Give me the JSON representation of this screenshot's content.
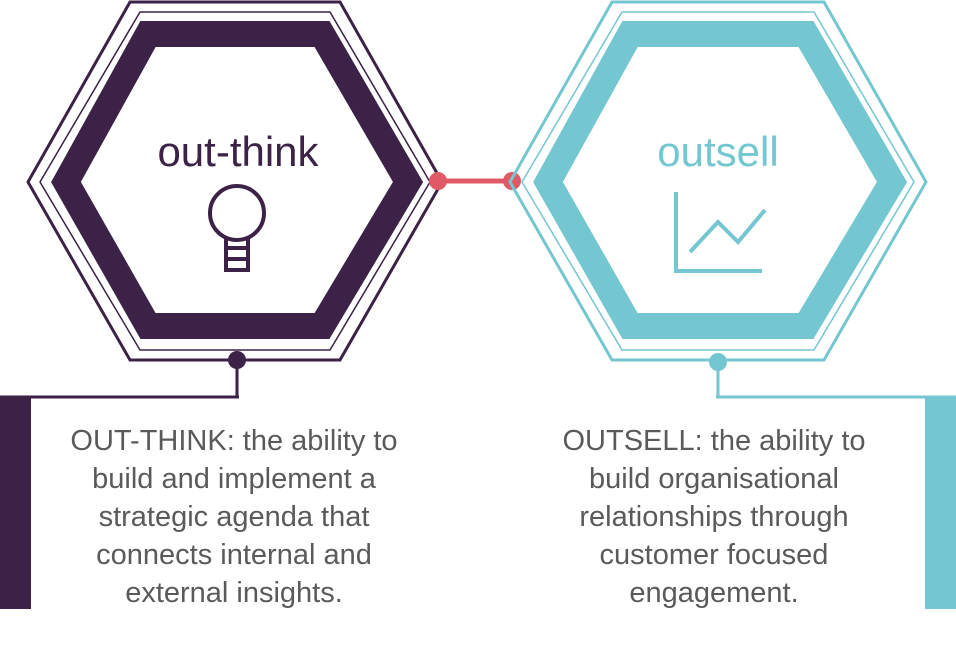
{
  "colors": {
    "purple": "#3b2246",
    "teal": "#74c7d1",
    "connector": "#e05a66",
    "text": "#5a5a5a"
  },
  "left": {
    "title": "out-think",
    "icon": "lightbulb-icon",
    "description": [
      "OUT-THINK: the ability to",
      "build and implement a",
      "strategic agenda that",
      "connects internal and",
      "external insights."
    ]
  },
  "right": {
    "title": "outsell",
    "icon": "line-chart-icon",
    "description": [
      "OUTSELL: the ability to",
      "build organisational",
      "relationships through",
      "customer focused",
      "engagement."
    ]
  }
}
